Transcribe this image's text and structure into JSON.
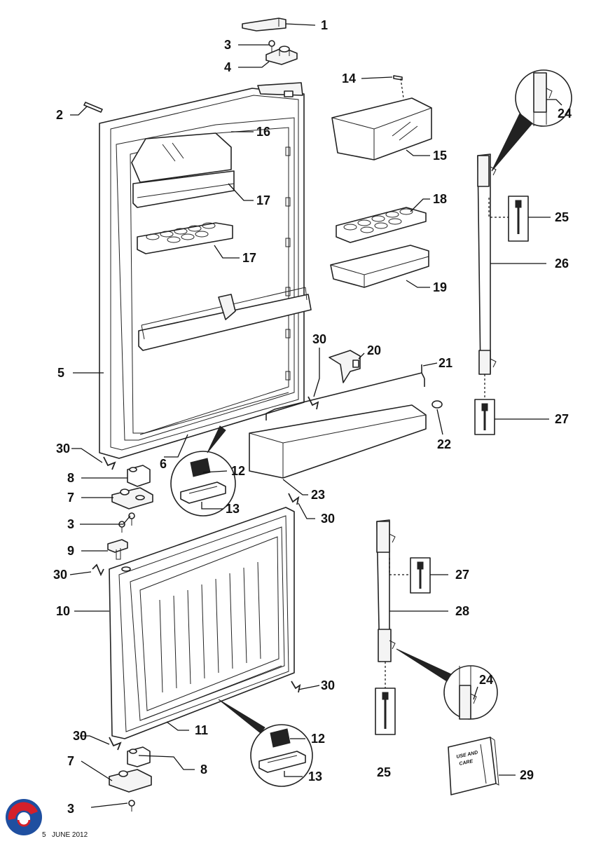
{
  "callouts": {
    "c1": "1",
    "c2": "2",
    "c3a": "3",
    "c3b": "3",
    "c3c": "3",
    "c4": "4",
    "c5": "5",
    "c6": "6",
    "c7a": "7",
    "c7b": "7",
    "c8a": "8",
    "c8b": "8",
    "c9": "9",
    "c10": "10",
    "c11": "11",
    "c12a": "12",
    "c12b": "12",
    "c13a": "13",
    "c13b": "13",
    "c14": "14",
    "c15": "15",
    "c16": "16",
    "c17a": "17",
    "c17b": "17",
    "c18": "18",
    "c19": "19",
    "c20": "20",
    "c21": "21",
    "c22": "22",
    "c23": "23",
    "c24a": "24",
    "c24b": "24",
    "c25a": "25",
    "c25b": "25",
    "c26": "26",
    "c27a": "27",
    "c27b": "27",
    "c28": "28",
    "c29": "29",
    "c30a": "30",
    "c30b": "30",
    "c30c": "30",
    "c30d": "30",
    "c30e": "30",
    "c30f": "30"
  },
  "manual_cover": {
    "line1": "USE AND",
    "line2": "CARE"
  },
  "footer": {
    "page": "5",
    "date": "JUNE 2012"
  },
  "logo_colors": {
    "red": "#d4202a",
    "blue": "#1f4fa0"
  }
}
